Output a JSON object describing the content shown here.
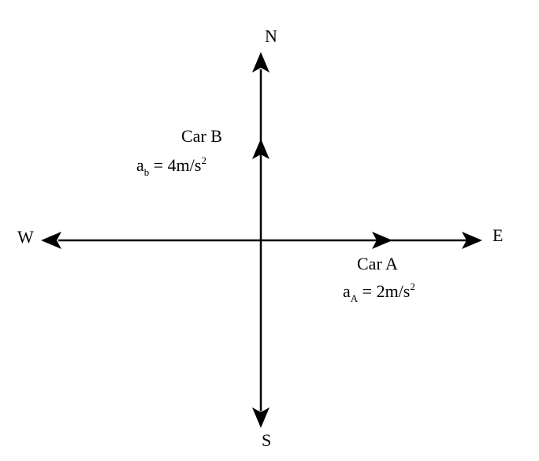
{
  "compass": {
    "north": "N",
    "south": "S",
    "east": "E",
    "west": "W"
  },
  "car_b": {
    "name": "Car B",
    "accel_symbol": "a",
    "accel_subscript": "b",
    "accel_value": " = 4m/s",
    "accel_exponent": "2",
    "direction": "north"
  },
  "car_a": {
    "name": "Car A",
    "accel_symbol": "a",
    "accel_subscript": "A",
    "accel_value": " = 2m/s",
    "accel_exponent": "2",
    "direction": "east"
  },
  "colors": {
    "line": "#000000",
    "background": "#ffffff"
  }
}
